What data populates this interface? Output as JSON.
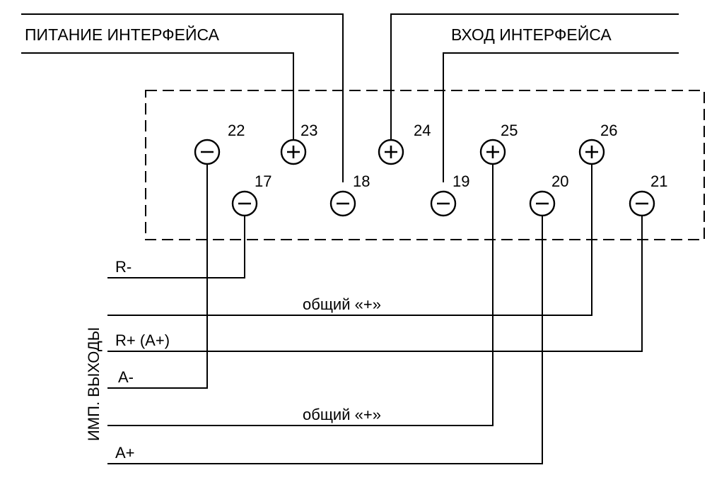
{
  "headers": {
    "power": "ПИТАНИЕ ИНТЕРФЕЙСА",
    "input": "ВХОД ИНТЕРФЕЙСА"
  },
  "side_label": "ИМП. ВЫХОДЫ",
  "terminals": {
    "t17": {
      "number": "17",
      "polarity": "minus"
    },
    "t18": {
      "number": "18",
      "polarity": "minus"
    },
    "t19": {
      "number": "19",
      "polarity": "minus"
    },
    "t20": {
      "number": "20",
      "polarity": "minus"
    },
    "t21": {
      "number": "21",
      "polarity": "minus"
    },
    "t22": {
      "number": "22",
      "polarity": "minus"
    },
    "t23": {
      "number": "23",
      "polarity": "plus"
    },
    "t24": {
      "number": "24",
      "polarity": "plus"
    },
    "t25": {
      "number": "25",
      "polarity": "plus"
    },
    "t26": {
      "number": "26",
      "polarity": "plus"
    }
  },
  "outputs": {
    "r_minus": "R-",
    "common_plus_1": "общий «+»",
    "r_plus_a_plus": "R+ (A+)",
    "a_minus": "A-",
    "common_plus_2": "общий «+»",
    "a_plus": "A+"
  }
}
